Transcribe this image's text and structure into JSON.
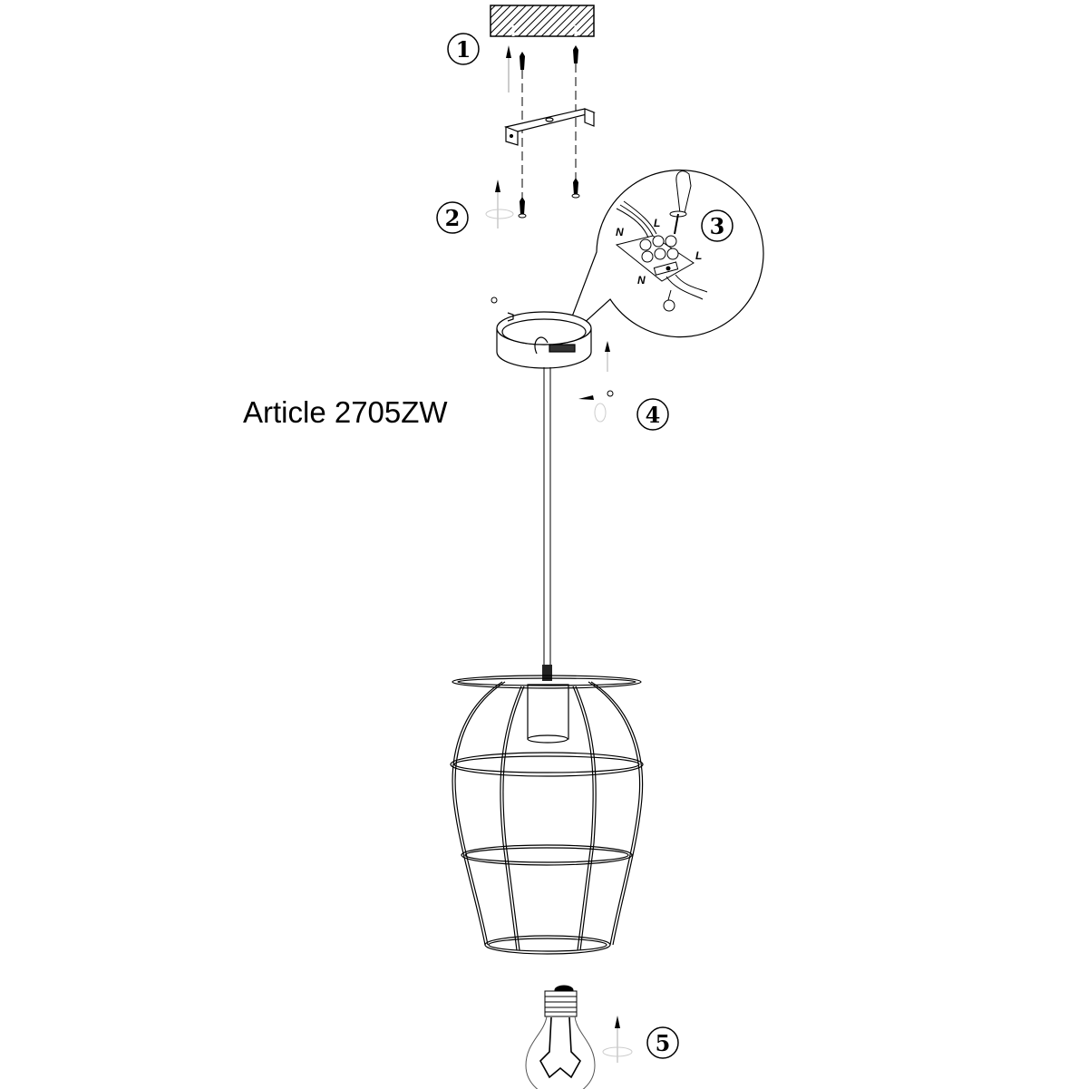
{
  "article_label": "Article 2705ZW",
  "steps": [
    {
      "number": "1"
    },
    {
      "number": "2"
    },
    {
      "number": "3"
    },
    {
      "number": "4"
    },
    {
      "number": "5"
    }
  ],
  "wire_labels": {
    "neutral_top": "N",
    "live_top": "L",
    "live_right": "L",
    "neutral_bottom": "N"
  },
  "colors": {
    "line": "#000000",
    "background": "#ffffff",
    "faint_arrow": "#bbbbbb"
  }
}
